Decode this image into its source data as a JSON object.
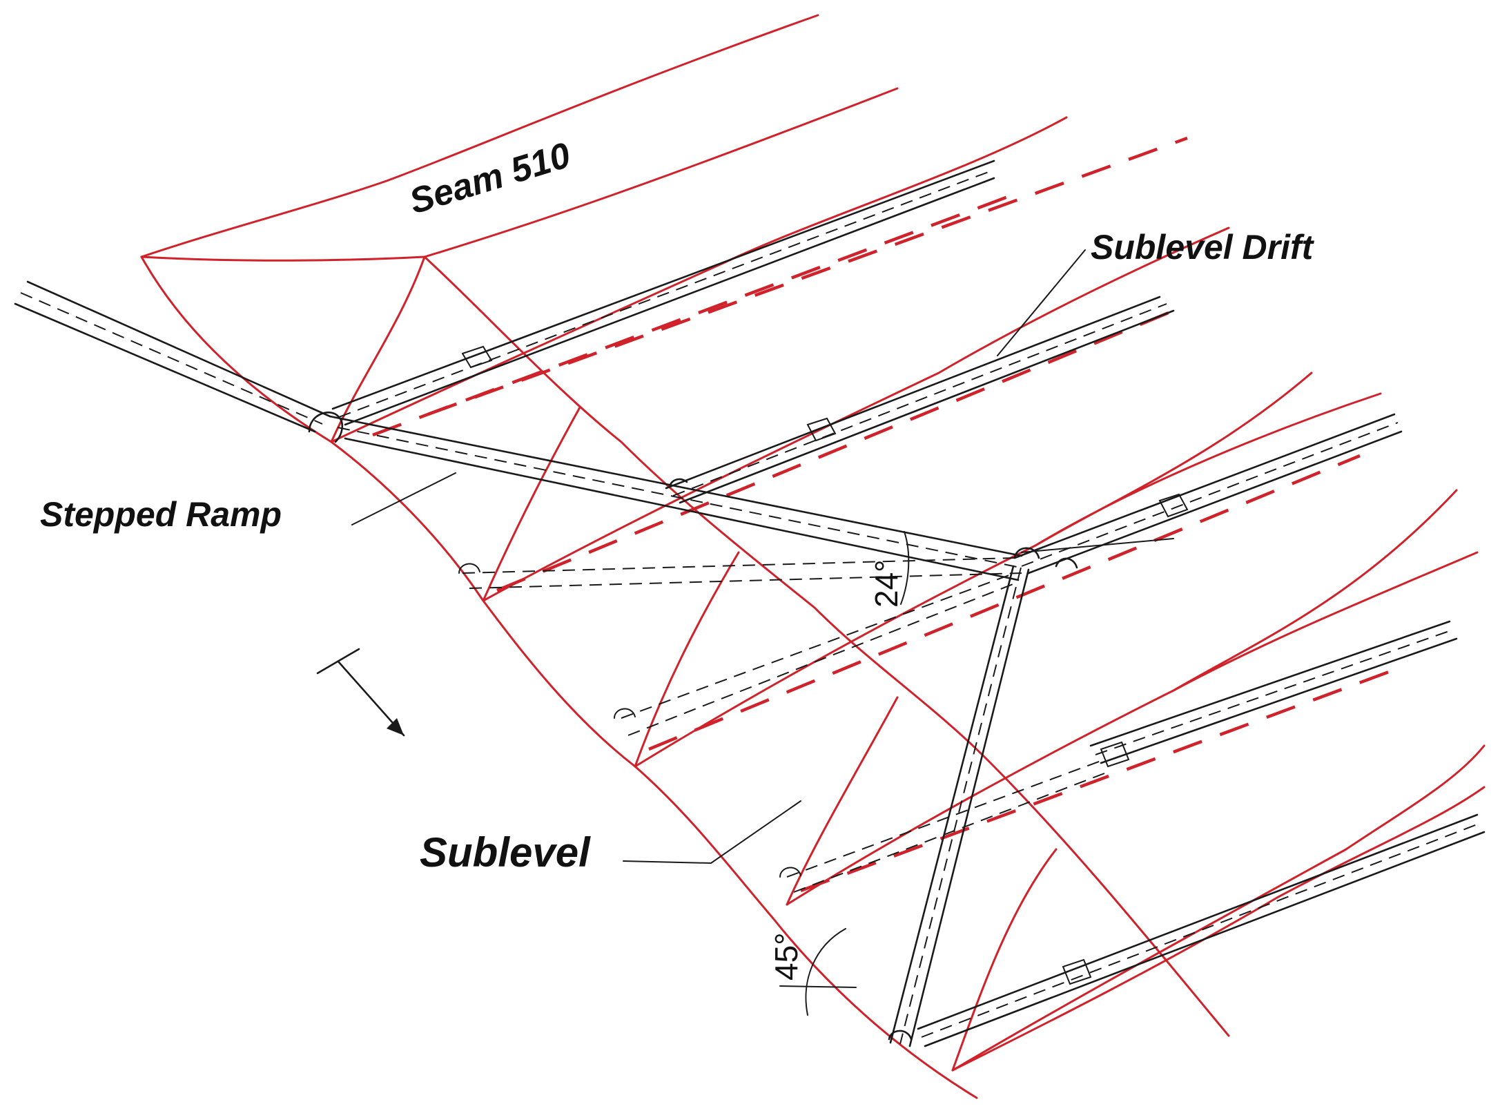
{
  "labels": {
    "seam": "Seam 510",
    "sublevel_drift": "Sublevel Drift",
    "stepped_ramp": "Stepped Ramp",
    "sublevel": "Sublevel"
  },
  "angles": {
    "ramp_angle": "24°",
    "dip_angle": "45°"
  },
  "colors": {
    "seam_lines": "#d0222a",
    "drawing_lines": "#1a1a1a"
  }
}
